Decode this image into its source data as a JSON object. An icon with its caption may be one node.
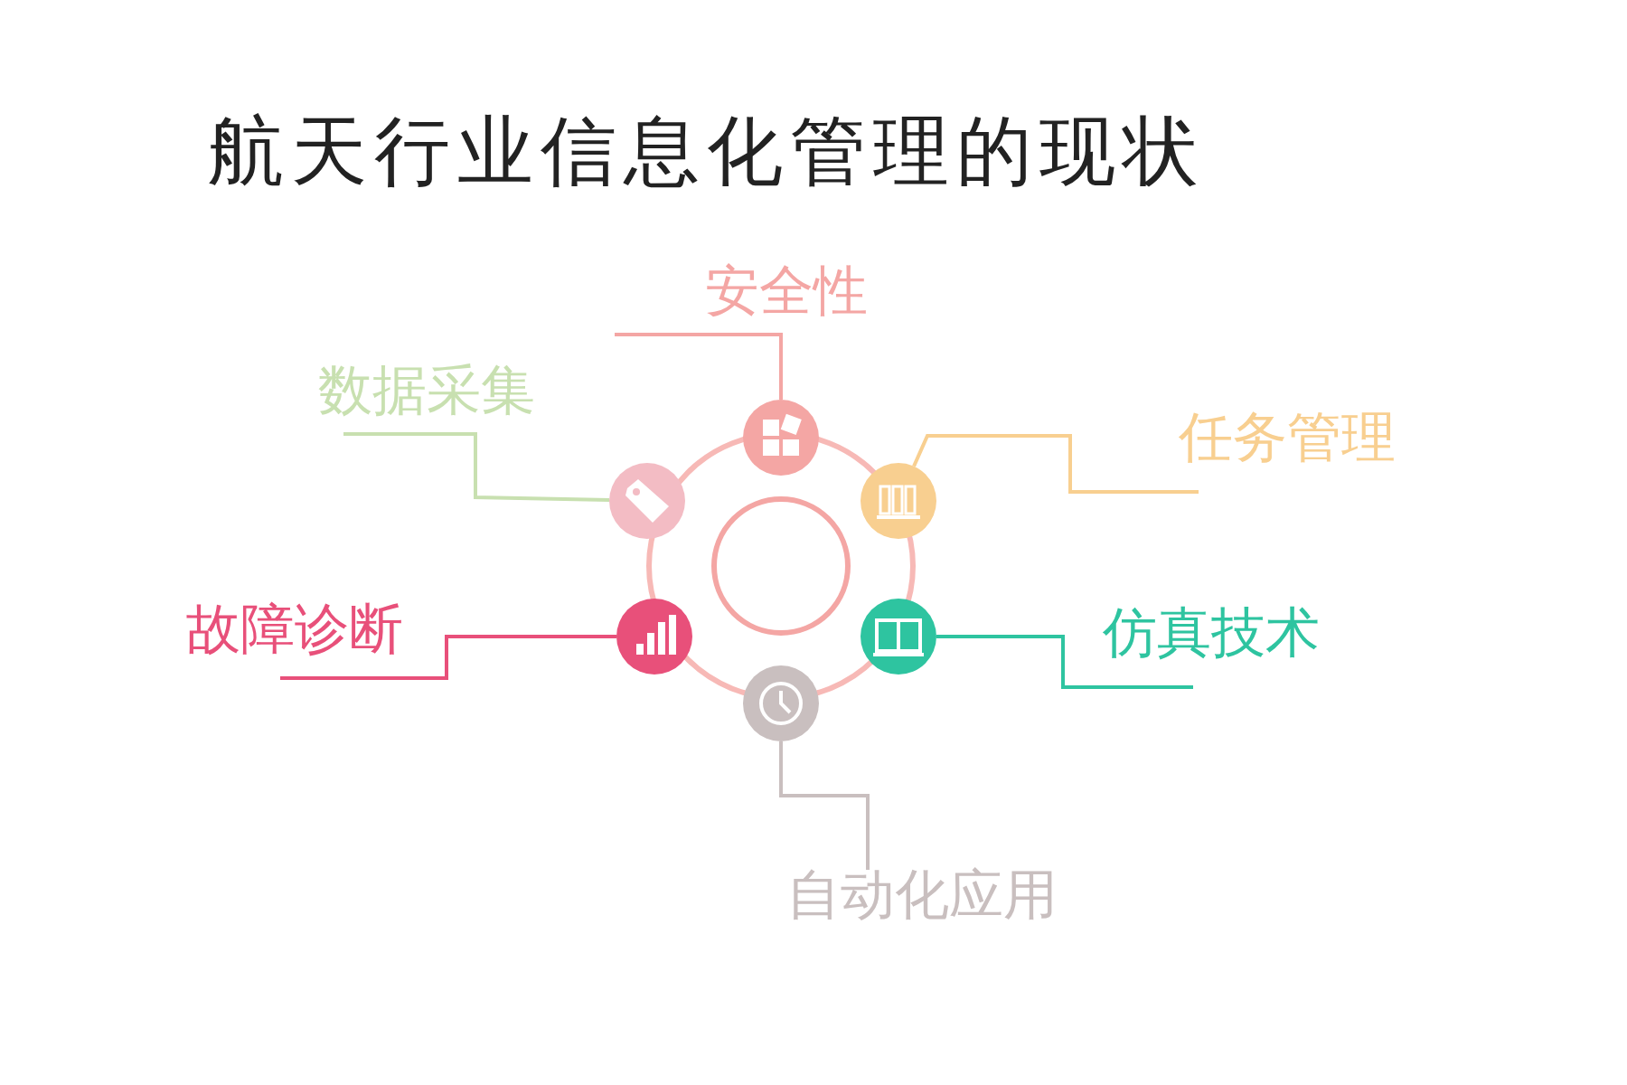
{
  "diagram": {
    "title": "航天行业信息化管理的现状",
    "nodes": [
      {
        "text": [
          "安全性"
        ]
      },
      {
        "text": [
          "数据采集"
        ]
      },
      {
        "text": [],
        "shape": "circle"
      },
      {
        "text": [
          "任务管理"
        ]
      },
      {
        "text": [],
        "shape": "circle"
      },
      {
        "text": [],
        "shape": "circle"
      },
      {
        "text": [],
        "shape": "circle"
      },
      {
        "text": [
          "故障诊断"
        ]
      },
      {
        "text": [],
        "shape": "circle"
      },
      {
        "text": [
          "仿真技术"
        ]
      },
      {
        "text": [],
        "shape": "circle"
      },
      {
        "text": [],
        "shape": "circle"
      },
      {
        "text": [
          "自动化应用"
        ]
      }
    ],
    "edges": [
      {
        "from": 0,
        "to": 2,
        "arrow": "none",
        "color": "#f4a6a4"
      },
      {
        "from": 1,
        "to": 4,
        "arrow": "none",
        "color": "#c8e0b0"
      },
      {
        "from": 3,
        "to": 5,
        "arrow": "none",
        "color": "#f8cf90"
      },
      {
        "from": 7,
        "to": 8,
        "arrow": "none",
        "color": "#e8507a"
      },
      {
        "from": 9,
        "to": 10,
        "arrow": "none",
        "color": "#2ec4a0"
      },
      {
        "from": 12,
        "to": 11,
        "arrow": "none",
        "color": "#c9bfbf"
      }
    ]
  }
}
